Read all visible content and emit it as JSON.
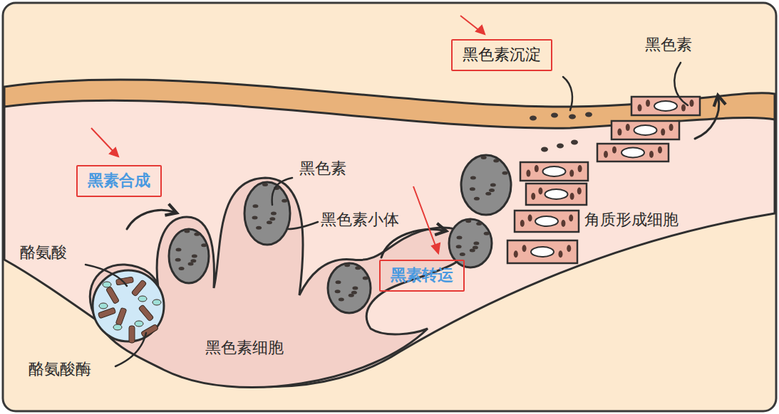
{
  "diagram": {
    "nodes": [
      {
        "text": [
          "黑色素沉淀"
        ]
      },
      {
        "text": [
          "黑素合成"
        ]
      },
      {
        "text": [
          "黑素转运"
        ]
      }
    ],
    "labels": [
      "黑色素",
      "黑色素",
      "黑色素小体",
      "酪氨酸",
      "角质形成细胞",
      "酪氨酸酶",
      "黑色素细胞"
    ]
  }
}
